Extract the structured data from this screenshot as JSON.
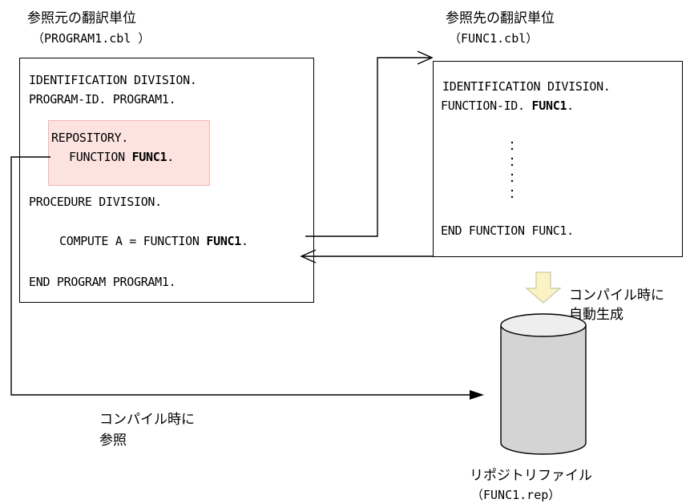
{
  "source_unit": {
    "title": "参照元の翻訳単位",
    "file": "（PROGRAM1.cbl ）",
    "code": {
      "ident": "IDENTIFICATION DIVISION.",
      "program_id": "PROGRAM-ID. PROGRAM1.",
      "repository": "REPOSITORY.",
      "function_prefix": "FUNCTION ",
      "function_name": "FUNC1",
      "period": ".",
      "procedure": "PROCEDURE DIVISION.",
      "compute_prefix": "COMPUTE A = FUNCTION ",
      "compute_name": "FUNC1",
      "compute_period": ".",
      "end": "END PROGRAM PROGRAM1."
    }
  },
  "target_unit": {
    "title": "参照先の翻訳単位",
    "file": "（FUNC1.cbl）",
    "code": {
      "ident": "IDENTIFICATION DIVISION.",
      "function_id_prefix": "FUNCTION-ID. ",
      "function_id_name": "FUNC1",
      "period": ".",
      "end": "END FUNCTION FUNC1."
    }
  },
  "auto_generate_label": {
    "line1": "コンパイル時に",
    "line2": "自動生成"
  },
  "reference_label": {
    "line1": "コンパイル時に",
    "line2": "参照"
  },
  "repository_file": {
    "title": "リポジトリファイル",
    "file": "（FUNC1.rep）"
  },
  "colors": {
    "highlight_fill": "#fde3e0",
    "highlight_border": "#f4b4ae",
    "arrow_fill": "#fbf3c4",
    "arrow_stroke": "#c6c9a0"
  }
}
